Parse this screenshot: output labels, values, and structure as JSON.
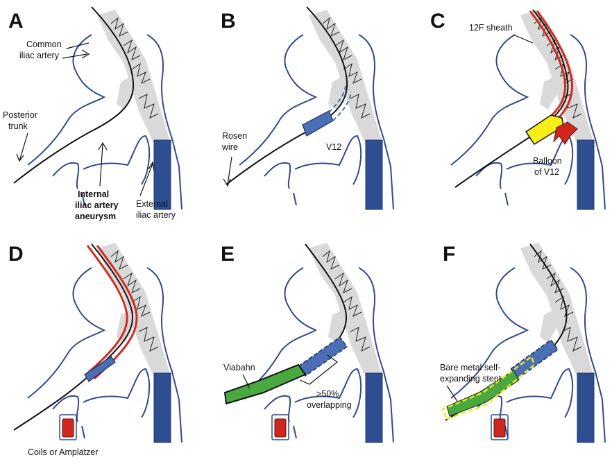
{
  "panels": {
    "A": {
      "letter": "A",
      "labels": {
        "common_iliac_line1": "Common",
        "common_iliac_line2": "iliac artery",
        "posterior_line1": "Posterior",
        "posterior_line2": "trunk",
        "aneurysm_line1": "Internal",
        "aneurysm_line2": "iliac artery",
        "aneurysm_line3": "aneurysm",
        "external_line1": "External",
        "external_line2": "iliac artery"
      }
    },
    "B": {
      "letter": "B",
      "labels": {
        "rosen_line1": "Rosen",
        "rosen_line2": "wire",
        "v12": "V12"
      }
    },
    "C": {
      "letter": "C",
      "labels": {
        "sheath": "12F sheath",
        "balloon_line1": "Balloon",
        "balloon_line2": "of V12"
      }
    },
    "D": {
      "letter": "D",
      "labels": {
        "coils": "Coils or Amplatzer"
      }
    },
    "E": {
      "letter": "E",
      "labels": {
        "viabahn": "Viabahn",
        "overlap_line1": ">50%",
        "overlap_line2": "overlapping"
      }
    },
    "F": {
      "letter": "F",
      "labels": {
        "bms_line1": "Bare metal self-",
        "bms_line2": "expanding stent"
      }
    }
  },
  "colors": {
    "artery_outline": "#2e4a8c",
    "graft": "#d9d9d9",
    "external_limb": "#2d4f92",
    "sheath": "#d02a1d",
    "v12_stent": "#4a6fb5",
    "balloon": "#f7ee1a",
    "viabahn": "#49a83f",
    "coil": "#d0271c"
  }
}
